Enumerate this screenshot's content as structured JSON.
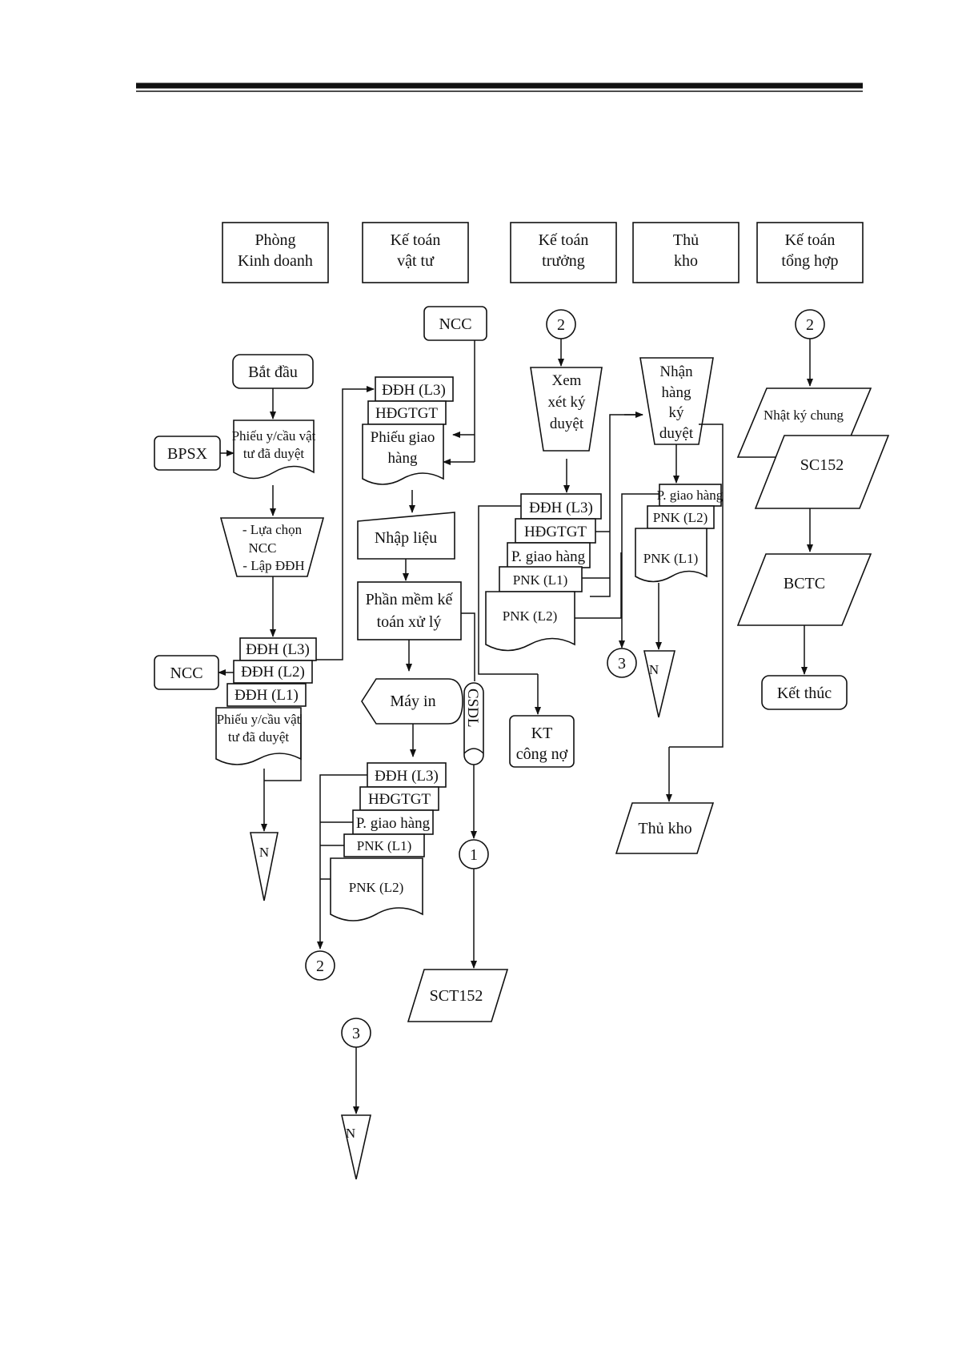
{
  "header_rule": true,
  "lanes": [
    {
      "id": "phong-kinh-doanh",
      "lines": [
        "Phòng",
        "Kinh doanh"
      ]
    },
    {
      "id": "ke-toan-vat-tu",
      "lines": [
        "Kế toán",
        "vật tư"
      ]
    },
    {
      "id": "ke-toan-truong",
      "lines": [
        "Kế toán",
        "trưởng"
      ]
    },
    {
      "id": "thu-kho",
      "lines": [
        "Thủ",
        "kho"
      ]
    },
    {
      "id": "ke-toan-tong-hop",
      "lines": [
        "Kế toán",
        "tổng hợp"
      ]
    }
  ],
  "nodes": {
    "start": "Bắt đầu",
    "bpsx": "BPSX",
    "phieu_yc": [
      "Phiếu y/cầu vật",
      "tư đã duyệt"
    ],
    "lua_chon": [
      "- Lựa chọn",
      "NCC",
      "- Lập ĐĐH"
    ],
    "ncc_left": "NCC",
    "kd_docs": [
      "ĐĐH (L3)",
      "ĐĐH (L2)",
      "ĐĐH (L1)"
    ],
    "kd_phieu": [
      "Phiếu y/cầu vật",
      "tư đã duyệt"
    ],
    "n_marker": "N",
    "ncc_top": "NCC",
    "vt_in_docs": [
      "ĐĐH (L3)",
      "HĐGTGT"
    ],
    "vt_phieu_giao": [
      "Phiếu giao",
      "hàng"
    ],
    "nhap_lieu": "Nhập liệu",
    "phan_mem": [
      "Phần mềm kế",
      "toán xử lý"
    ],
    "may_in": "Máy in",
    "csdl": "CSDL",
    "vt_out_docs": [
      "ĐĐH (L3)",
      "HĐGTGT",
      "P. giao hàng",
      "PNK (L1)",
      "PNK (L2)"
    ],
    "conn_1": "1",
    "conn_2": "2",
    "conn_3": "3",
    "sct152": "SCT152",
    "xem_xet": [
      "Xem",
      "xét ký",
      "duyệt"
    ],
    "ktt_docs": [
      "ĐĐH (L3)",
      "HĐGTGT",
      "P. giao hàng",
      "PNK (L1)",
      "PNK (L2)"
    ],
    "kt_cong_no": [
      "KT",
      "công nợ"
    ],
    "nhan_hang": [
      "Nhận",
      "hàng",
      "ký",
      "duyệt"
    ],
    "tk_docs": [
      "P. giao hàng",
      "PNK (L2)",
      "PNK (L1)"
    ],
    "thu_kho_out": "Thủ kho",
    "nhat_ky_chung": "Nhật ký chung",
    "sc152": "SC152",
    "bctc": "BCTC",
    "ket_thuc": "Kết thúc"
  }
}
